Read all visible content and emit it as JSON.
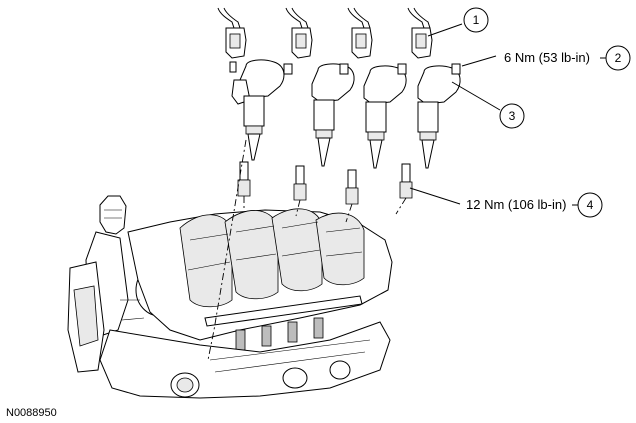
{
  "figure_id": "N0088950",
  "callouts": [
    {
      "number": "1",
      "text": ""
    },
    {
      "number": "2",
      "text": "6 Nm (53 lb-in)"
    },
    {
      "number": "3",
      "text": ""
    },
    {
      "number": "4",
      "text": "12 Nm (106 lb-in)"
    }
  ]
}
